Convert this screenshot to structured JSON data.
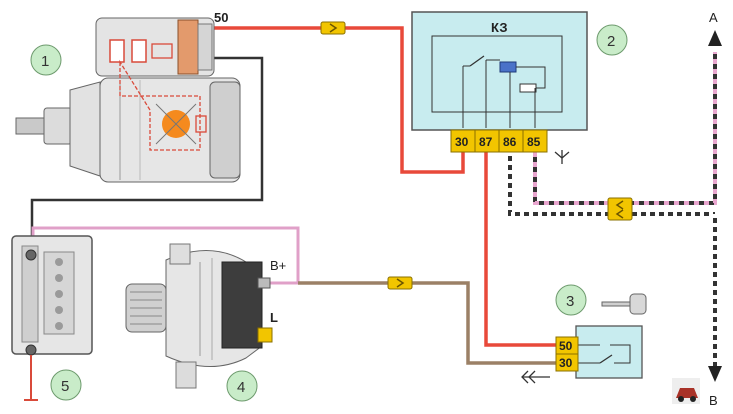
{
  "labels": {
    "terminal_50": "50",
    "relay": "КЗ",
    "relay_pins": [
      "30",
      "87",
      "86",
      "85"
    ],
    "generator_bplus": "B+",
    "generator_l": "L",
    "switch_pins": [
      "50",
      "30"
    ],
    "wire_a": "A",
    "wire_b": "B"
  },
  "callouts": [
    "1",
    "2",
    "3",
    "4",
    "5"
  ],
  "colors": {
    "red_wire": "#e8493a",
    "pink_wire": "#e0a0c8",
    "brown_wire": "#9b8066",
    "black_wire": "#333333",
    "relay_fill": "#c8ecef",
    "connector_yellow": "#f2c500",
    "callout_fill": "#c9ecc9"
  }
}
